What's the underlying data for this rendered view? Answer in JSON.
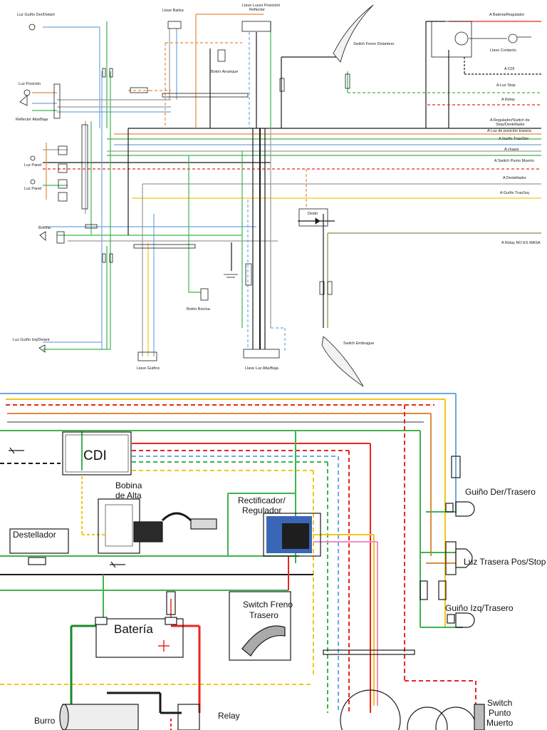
{
  "colors": {
    "black": "#1a1a1a",
    "red": "#e8271f",
    "green": "#3fb34f",
    "yellow": "#f5c518",
    "blue": "#6fa8dc",
    "orange": "#e08a3c",
    "gray": "#9a9a9a",
    "pink": "#f28cc8",
    "olive": "#8a8a45"
  },
  "top": {
    "luz_guino_der_del": "Luz Guiño Der/Delant",
    "llave_baliza": "Llave Baliza",
    "llave_luces_1": "Llave Luces Posición/",
    "llave_luces_2": "Reflector",
    "switch_freno_del": "Switch Freno Delantero",
    "a_bateria_regulador": "A Bateria/Regulador",
    "llave_contacto": "Llave Contacto",
    "a_cdi": "A CDI",
    "luz_posicion": "Luz Posición",
    "boton_arranque": "Botón Arranque",
    "a_luz_stop": "A Luz Stop",
    "a_relay": "A Relay",
    "reflector_alta_baja": "Reflector Alta/Baja",
    "a_regulador_1": "A Regulador/Switch de",
    "a_regulador_2": "Stop/Destellador",
    "a_luz_posicion_trasera": "A Luz de posición trasera",
    "a_guino_tras_der": "A Guiño Tras/Der",
    "a_chasis": "A chasis",
    "a_switch_punto_muerto": "A Switch Punto Muerto",
    "luz_panel_1": "Luz Panel",
    "luz_panel_2": "Luz Panel",
    "a_destellador": "A Destellador",
    "a_guino_tras_izq": "A Guiño Tras/Izq",
    "diodo": "Diodo",
    "bocina": "Bocina",
    "a_relay_no_es_masa": "A Relay NO ES MASA",
    "boton_bocina": "Botón Bocina",
    "luz_guino_izq_del": "Luz Guiño Izq/Delant",
    "llave_guinos": "Llave Guiños",
    "llave_luz_alta_baja": "Llave Luz Alta/Baja",
    "switch_embrague": "Switch Embrague"
  },
  "bottom": {
    "cdi": "CDI",
    "bobina_1": "Bobina",
    "bobina_2": "de Alta",
    "rectificador_1": "Rectificador/",
    "rectificador_2": "Regulador",
    "destellador": "Destellador",
    "guino_der_trasero": "Guiño Der/Trasero",
    "luz_trasera_pos_stop": "Luz Trasera Pos/Stop",
    "switch_freno_trasero_1": "Switch Freno",
    "switch_freno_trasero_2": "Trasero",
    "bateria": "Batería",
    "guino_izq_trasero": "Guiño Izq/Trasero",
    "burro": "Burro",
    "relay": "Relay",
    "switch_punto_muerto_1": "Switch",
    "switch_punto_muerto_2": "Punto",
    "switch_punto_muerto_3": "Muerto"
  }
}
